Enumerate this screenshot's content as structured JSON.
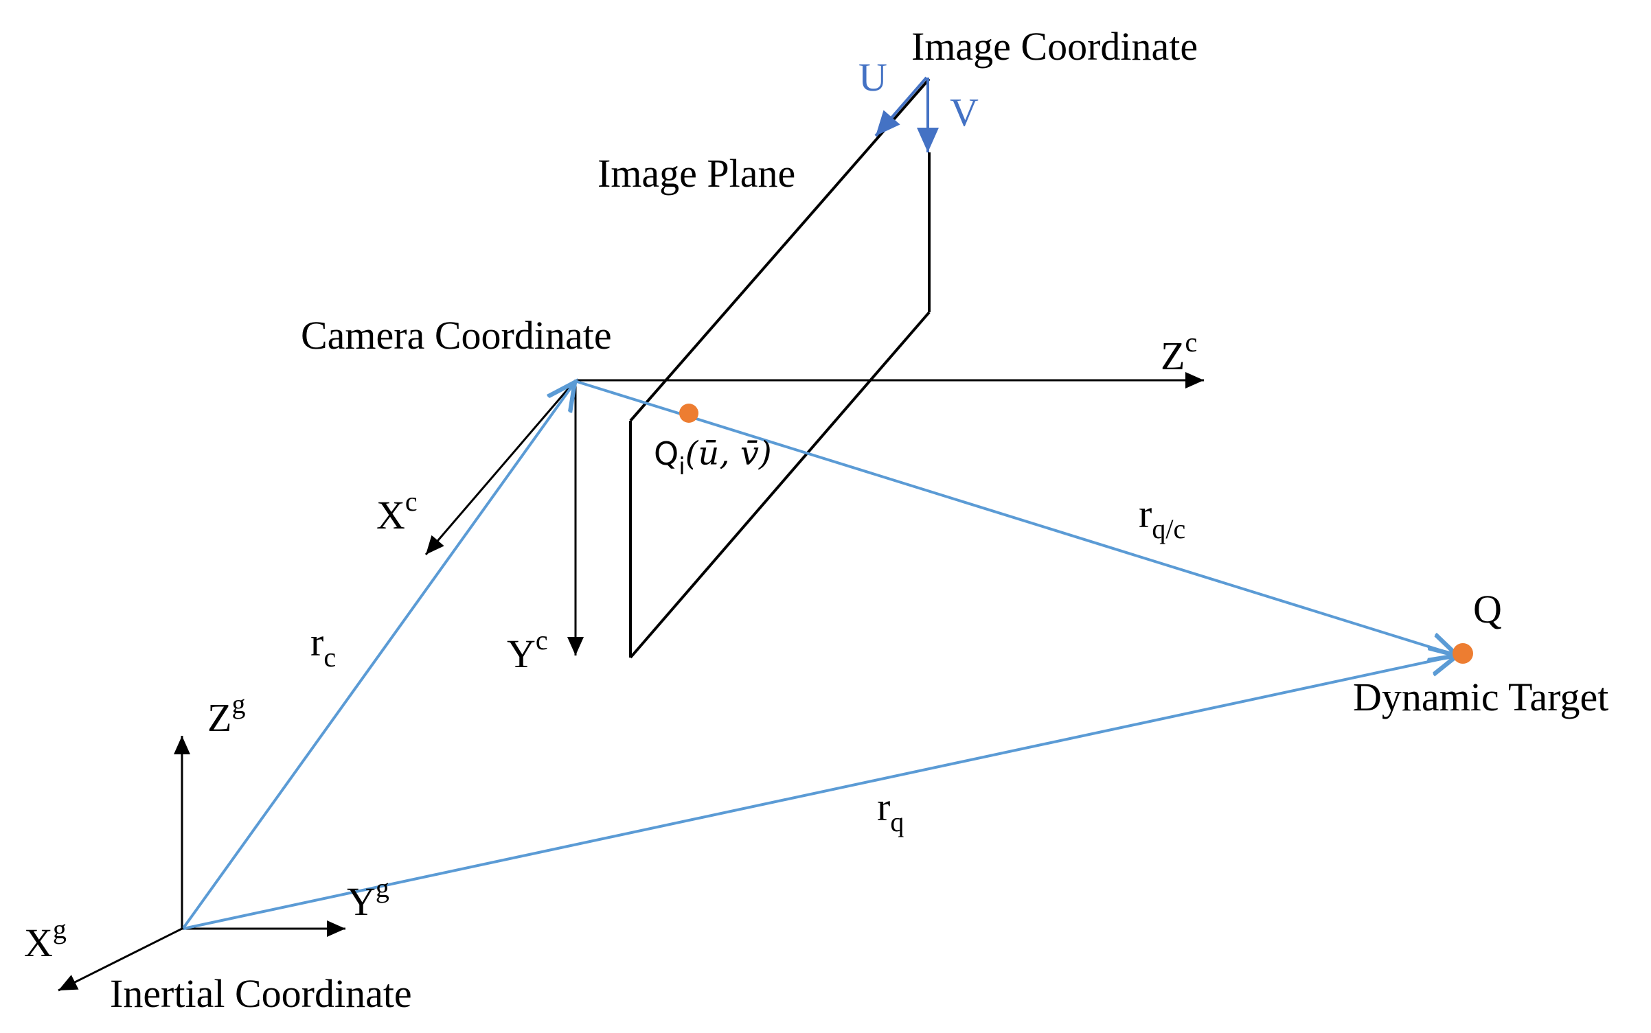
{
  "labels": {
    "image_coordinate": "Image Coordinate",
    "image_plane": "Image Plane",
    "camera_coordinate": "Camera Coordinate",
    "inertial_coordinate": "Inertial Coordinate",
    "dynamic_target": "Dynamic Target",
    "u_axis": "U",
    "v_axis": "V",
    "point_q": "Q",
    "projected_point_base": "Q",
    "projected_point_sub": "i",
    "projected_point_coords": "(ū, v̄)"
  },
  "axes": {
    "zc": {
      "base": "Z",
      "sup": "c"
    },
    "xc": {
      "base": "X",
      "sup": "c"
    },
    "yc": {
      "base": "Y",
      "sup": "c"
    },
    "zg": {
      "base": "Z",
      "sup": "g"
    },
    "yg": {
      "base": "Y",
      "sup": "g"
    },
    "xg": {
      "base": "X",
      "sup": "g"
    }
  },
  "vectors": {
    "rc": {
      "base": "r",
      "sub": "c"
    },
    "rqc": {
      "base": "r",
      "sub": "q/c"
    },
    "rq": {
      "base": "r",
      "sub": "q"
    }
  },
  "colors": {
    "vector": "#5B9BD5",
    "image_axes": "#4472C4",
    "point": "#ED7D31",
    "lines": "#000000"
  }
}
